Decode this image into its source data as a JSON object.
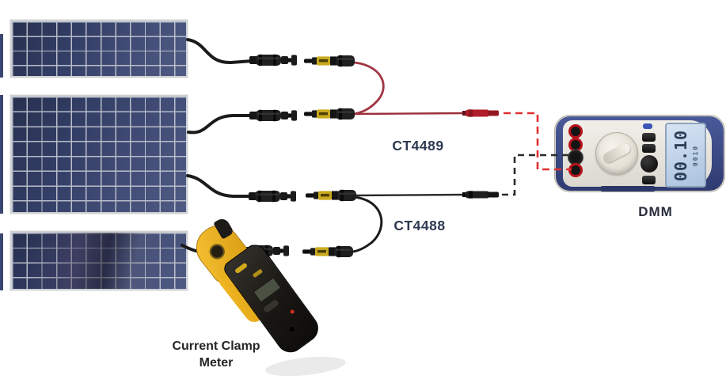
{
  "labels": {
    "ct4489": "CT4489",
    "ct4488": "CT4488",
    "dmm": "DMM",
    "clamp_line1": "Current Clamp",
    "clamp_line2": "Meter"
  },
  "dmm_display": {
    "main": "00.10",
    "secondary": "0010"
  },
  "colors": {
    "panel_blue": "#333e66",
    "panel_grid": "#b8bdc9",
    "wire_black": "#1b1b1b",
    "lead_red": "#9c2f3a",
    "dashed_red": "#e03030",
    "dashed_black": "#2b2b2b",
    "connector_yellow": "#c9a91d",
    "clamp_yellow": "#eeb11f",
    "dmm_navy": "#3c4a86",
    "lcd_blue": "#c3d6ea",
    "label_color": "#2c3950"
  }
}
